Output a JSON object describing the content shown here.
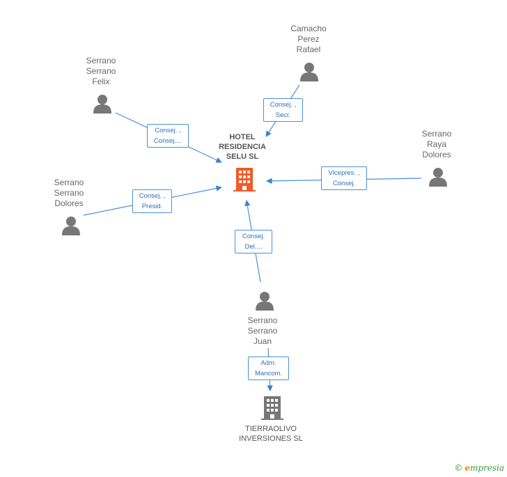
{
  "companies": {
    "main": {
      "name_lines": [
        "HOTEL",
        "RESIDENCIA",
        "SELU SL"
      ],
      "color": "#f05a28"
    },
    "other": {
      "name_lines": [
        "TIERRAOLIVO",
        "INVERSIONES SL"
      ],
      "color": "#777777"
    }
  },
  "people": [
    {
      "id": "camacho",
      "name": "Camacho\nPerez\nRafael",
      "role_lines": [
        "Consej. ,",
        "Secr."
      ]
    },
    {
      "id": "felix",
      "name": "Serrano\nSerrano\nFelix",
      "role_lines": [
        "Consej. ,",
        "Consej...."
      ]
    },
    {
      "id": "raya",
      "name": "Serrano\nRaya\nDolores",
      "role_lines": [
        "Vicepres. ,",
        "Consej."
      ]
    },
    {
      "id": "dolores",
      "name": "Serrano\nSerrano\nDolores",
      "role_lines": [
        "Consej. ,",
        "Presid."
      ]
    },
    {
      "id": "juan",
      "name": "Serrano\nSerrano\nJuan",
      "role_lines": [
        "Consej.",
        "Del...."
      ]
    }
  ],
  "juan_to_tierraolivo": {
    "role_lines": [
      "Adm.",
      "Mancom."
    ]
  },
  "brand": {
    "copyright": "©",
    "e": "e",
    "rest": "mpresia"
  },
  "colors": {
    "edge": "#4a8fd8",
    "person": "#777777"
  }
}
